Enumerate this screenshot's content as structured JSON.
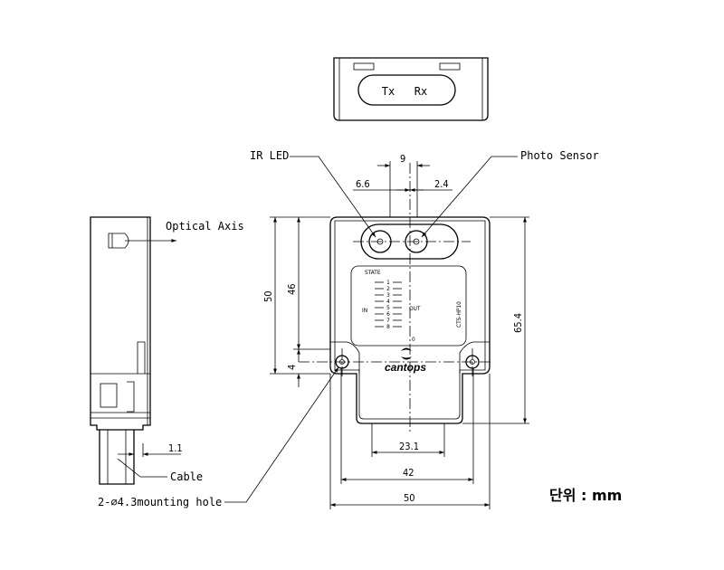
{
  "top_view": {
    "tx_label": "Tx",
    "rx_label": "Rx"
  },
  "callouts": {
    "ir_led": "IR LED",
    "photo_sensor": "Photo Sensor",
    "optical_axis": "Optical Axis",
    "cable": "Cable",
    "mounting_hole": "2-⌀4.3mounting hole"
  },
  "dimensions": {
    "d9": "9",
    "d6_6": "6.6",
    "d2_4": "2.4",
    "d50_height": "50",
    "d46": "46",
    "d4": "4",
    "d65_4": "65.4",
    "d1_1": "1.1",
    "d23_1": "23.1",
    "d42": "42",
    "d50_width": "50"
  },
  "front_panel": {
    "state_label": "STATE",
    "in_label": "IN",
    "out_label": "OUT",
    "model": "CTS-HP10",
    "zero_label": "0",
    "scale_numbers": [
      "1",
      "2",
      "3",
      "4",
      "5",
      "6",
      "7",
      "8"
    ],
    "brand": "cantops"
  },
  "unit_label": "단위 : mm"
}
